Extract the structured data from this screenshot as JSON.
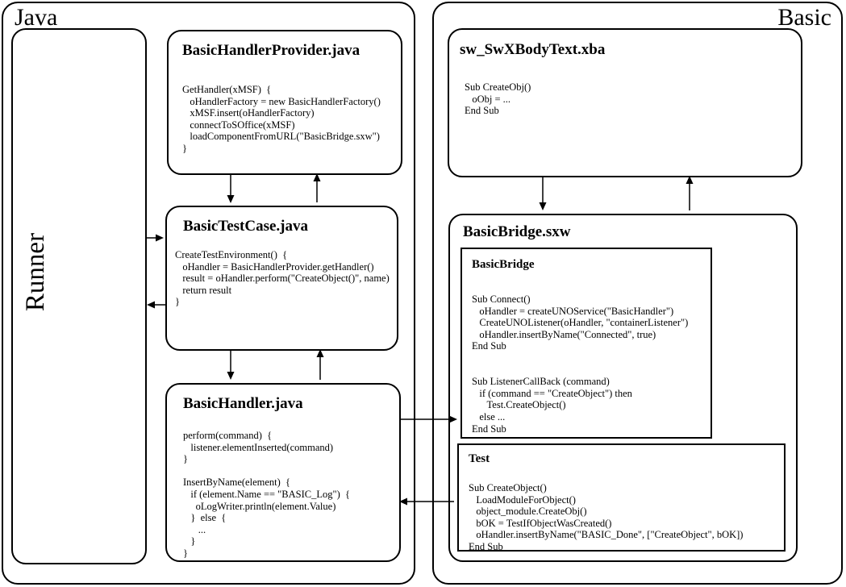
{
  "panels": {
    "java": {
      "title": "Java",
      "runner": {
        "label": "Runner"
      },
      "boxes": {
        "provider": {
          "title": "BasicHandlerProvider.java",
          "code": [
            "GetHandler(xMSF)  {",
            "   oHandlerFactory = new BasicHandlerFactory()",
            "   xMSF.insert(oHandlerFactory)",
            "   connectToSOffice(xMSF)",
            "   loadComponentFromURL(\"BasicBridge.sxw\")",
            "}"
          ]
        },
        "testcase": {
          "title": "BasicTestCase.java",
          "code": [
            "CreateTestEnvironment()  {",
            "   oHandler = BasicHandlerProvider.getHandler()",
            "   result = oHandler.perform(\"CreateObject()\", name)",
            "   return result",
            "}"
          ]
        },
        "handler": {
          "title": "BasicHandler.java",
          "code": [
            "perform(command)  {",
            "   listener.elementInserted(command)",
            "}",
            "",
            "InsertByName(element)  {",
            "   if (element.Name == \"BASIC_Log\")  {",
            "     oLogWriter.println(element.Value)",
            "   }  else  {",
            "      ...",
            "   }",
            "}"
          ]
        }
      }
    },
    "basic": {
      "title": "Basic",
      "boxes": {
        "sw_swx_body_text": {
          "title": "sw_SwXBodyText.xba",
          "code": [
            "Sub CreateObj()",
            "   oObj = ...",
            "End Sub"
          ]
        },
        "basic_bridge_sxw": {
          "title": "BasicBridge.sxw",
          "modules": {
            "basic_bridge": {
              "title": "BasicBridge",
              "code": [
                "Sub Connect()",
                "   oHandler = createUNOService(\"BasicHandler\")",
                "   CreateUNOListener(oHandler, \"containerListener\")",
                "   oHandler.insertByName(\"Connected\", true)",
                "End Sub",
                "",
                "",
                "Sub ListenerCallBack (command)",
                "   if (command == \"CreateObject\") then",
                "      Test.CreateObject()",
                "   else ...",
                "End Sub"
              ]
            },
            "test": {
              "title": "Test",
              "code": [
                "Sub CreateObject()",
                "   LoadModuleForObject()",
                "   object_module.CreateObj()",
                "   bOK = TestIfObjectWasCreated()",
                "   oHandler.insertByName(\"BASIC_Done\", [\"CreateObject\", bOK])",
                "End Sub"
              ]
            }
          }
        }
      }
    }
  },
  "connections": [
    {
      "from": "Runner",
      "to": "BasicTestCase.java"
    },
    {
      "from": "BasicTestCase.java",
      "to": "Runner"
    },
    {
      "from": "BasicHandlerProvider.java",
      "to": "BasicTestCase.java"
    },
    {
      "from": "BasicTestCase.java",
      "to": "BasicHandlerProvider.java"
    },
    {
      "from": "BasicTestCase.java",
      "to": "BasicHandler.java"
    },
    {
      "from": "BasicHandler.java",
      "to": "BasicTestCase.java"
    },
    {
      "from": "BasicHandler.java",
      "to": "BasicBridge"
    },
    {
      "from": "Test",
      "to": "BasicHandler.java"
    },
    {
      "from": "sw_SwXBodyText.xba",
      "to": "BasicBridge.sxw"
    },
    {
      "from": "BasicBridge.sxw",
      "to": "sw_SwXBodyText.xba"
    }
  ]
}
